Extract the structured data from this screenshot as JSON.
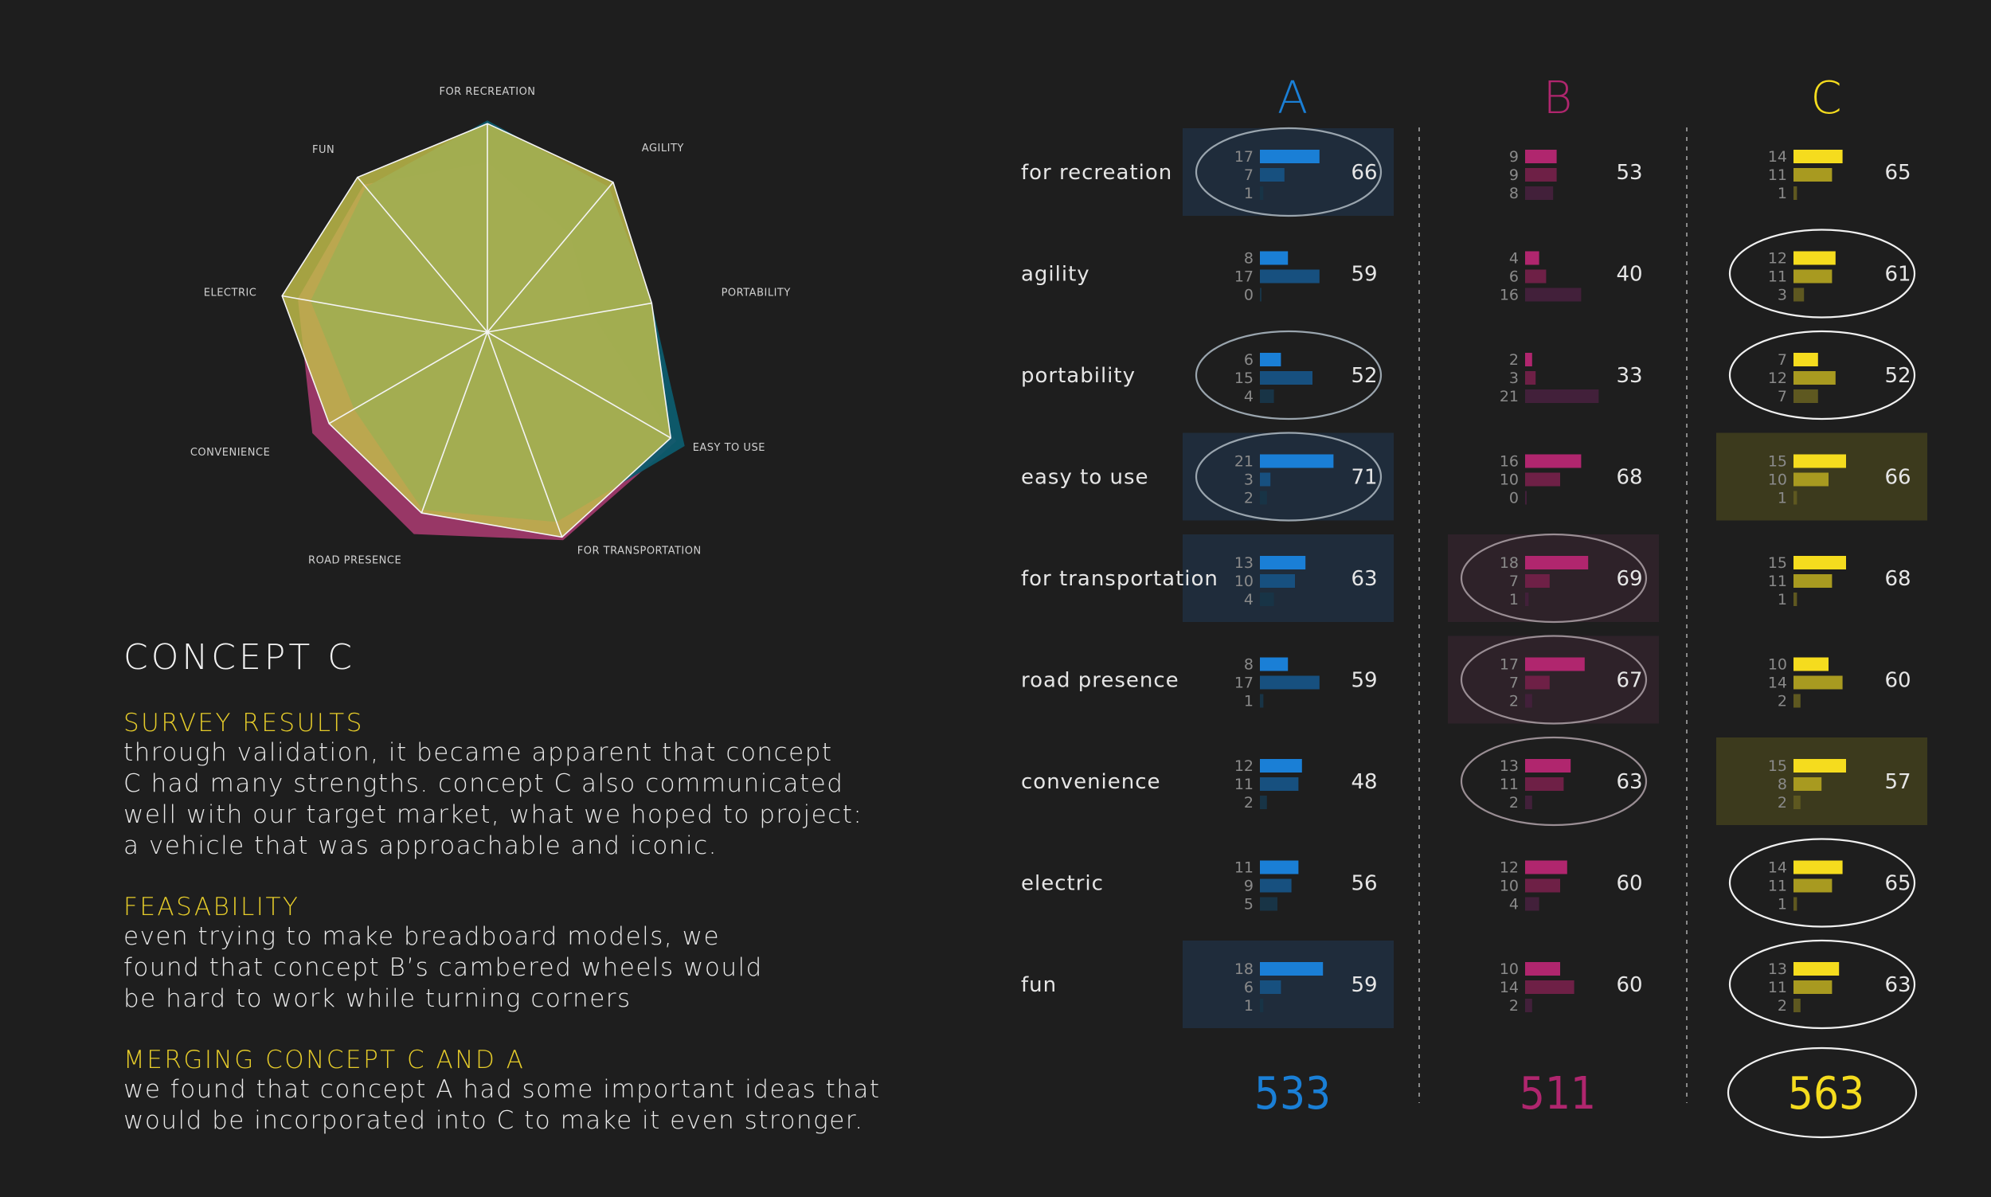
{
  "colors": {
    "background": "#1e1e1e",
    "accent_yellow": "#e6cc2a",
    "concept_A": "#1a7fd6",
    "concept_B": "#b0266e",
    "concept_C": "#f5dc1e"
  },
  "text": {
    "title": "CONCEPT C",
    "sections": [
      {
        "heading": "SURVEY RESULTS",
        "lines": [
          "through validation, it became apparent that concept",
          "C had many strengths. concept C also communicated",
          "well with our target market, what we hoped to project:",
          "a vehicle that was approachable and iconic."
        ]
      },
      {
        "heading": "FEASABILITY",
        "lines": [
          "even trying to make breadboard models, we",
          "found that concept B’s cambered wheels would",
          "be hard to work while turning corners"
        ]
      },
      {
        "heading": "MERGING CONCEPT C AND A",
        "lines": [
          "we found that concept A had some important ideas that",
          "would be incorporated into C to make it even stronger."
        ]
      }
    ]
  },
  "chart_data": [
    {
      "type": "radar",
      "axes": [
        "FOR RECREATION",
        "AGILITY",
        "PORTABILITY",
        "EASY TO USE",
        "FOR TRANSPORTATION",
        "ROAD PRESENCE",
        "CONVENIENCE",
        "ELECTRIC",
        "FUN"
      ],
      "series": [
        {
          "name": "A",
          "values": [
            66,
            59,
            52,
            71,
            63,
            59,
            48,
            56,
            59
          ]
        },
        {
          "name": "B",
          "values": [
            53,
            40,
            33,
            68,
            69,
            67,
            63,
            60,
            60
          ]
        },
        {
          "name": "C",
          "values": [
            65,
            61,
            52,
            66,
            68,
            60,
            57,
            65,
            63
          ]
        }
      ]
    },
    {
      "type": "table",
      "columns": [
        "A",
        "B",
        "C"
      ],
      "rows": [
        {
          "label": "for recreation",
          "A": {
            "counts": [
              17,
              7,
              1
            ],
            "score": 66
          },
          "B": {
            "counts": [
              9,
              9,
              8
            ],
            "score": 53
          },
          "C": {
            "counts": [
              14,
              11,
              1
            ],
            "score": 65
          }
        },
        {
          "label": "agility",
          "A": {
            "counts": [
              8,
              17,
              0
            ],
            "score": 59
          },
          "B": {
            "counts": [
              4,
              6,
              16
            ],
            "score": 40
          },
          "C": {
            "counts": [
              12,
              11,
              3
            ],
            "score": 61
          }
        },
        {
          "label": "portability",
          "A": {
            "counts": [
              6,
              15,
              4
            ],
            "score": 52
          },
          "B": {
            "counts": [
              2,
              3,
              21
            ],
            "score": 33
          },
          "C": {
            "counts": [
              7,
              12,
              7
            ],
            "score": 52
          }
        },
        {
          "label": "easy to use",
          "A": {
            "counts": [
              21,
              3,
              2
            ],
            "score": 71
          },
          "B": {
            "counts": [
              16,
              10,
              0
            ],
            "score": 68
          },
          "C": {
            "counts": [
              15,
              10,
              1
            ],
            "score": 66
          }
        },
        {
          "label": "for transportation",
          "A": {
            "counts": [
              13,
              10,
              4
            ],
            "score": 63
          },
          "B": {
            "counts": [
              18,
              7,
              1
            ],
            "score": 69
          },
          "C": {
            "counts": [
              15,
              11,
              1
            ],
            "score": 68
          }
        },
        {
          "label": "road presence",
          "A": {
            "counts": [
              8,
              17,
              1
            ],
            "score": 59
          },
          "B": {
            "counts": [
              17,
              7,
              2
            ],
            "score": 67
          },
          "C": {
            "counts": [
              10,
              14,
              2
            ],
            "score": 60
          }
        },
        {
          "label": "convenience",
          "A": {
            "counts": [
              12,
              11,
              2
            ],
            "score": 48
          },
          "B": {
            "counts": [
              13,
              11,
              2
            ],
            "score": 63
          },
          "C": {
            "counts": [
              15,
              8,
              2
            ],
            "score": 57
          }
        },
        {
          "label": "electric",
          "A": {
            "counts": [
              11,
              9,
              5
            ],
            "score": 56
          },
          "B": {
            "counts": [
              12,
              10,
              4
            ],
            "score": 60
          },
          "C": {
            "counts": [
              14,
              11,
              1
            ],
            "score": 65
          }
        },
        {
          "label": "fun",
          "A": {
            "counts": [
              18,
              6,
              1
            ],
            "score": 59
          },
          "B": {
            "counts": [
              10,
              14,
              2
            ],
            "score": 60
          },
          "C": {
            "counts": [
              13,
              11,
              2
            ],
            "score": 63
          }
        }
      ],
      "totals": {
        "A": 533,
        "B": 511,
        "C": 563
      },
      "highlights": [
        {
          "row": "for recreation",
          "column": "A"
        },
        {
          "row": "easy to use",
          "column": "A"
        },
        {
          "row": "easy to use",
          "column": "C"
        },
        {
          "row": "for transportation",
          "column": "A"
        },
        {
          "row": "for transportation",
          "column": "B"
        },
        {
          "row": "road presence",
          "column": "B"
        },
        {
          "row": "convenience",
          "column": "C"
        },
        {
          "row": "fun",
          "column": "A"
        }
      ],
      "circled": [
        {
          "row": "for recreation",
          "column": "A"
        },
        {
          "row": "agility",
          "column": "C"
        },
        {
          "row": "portability",
          "column": "A"
        },
        {
          "row": "portability",
          "column": "C"
        },
        {
          "row": "easy to use",
          "column": "A"
        },
        {
          "row": "for transportation",
          "column": "B"
        },
        {
          "row": "road presence",
          "column": "B"
        },
        {
          "row": "convenience",
          "column": "B"
        },
        {
          "row": "electric",
          "column": "C"
        },
        {
          "row": "fun",
          "column": "C"
        },
        {
          "row": "total",
          "column": "C"
        }
      ]
    }
  ]
}
